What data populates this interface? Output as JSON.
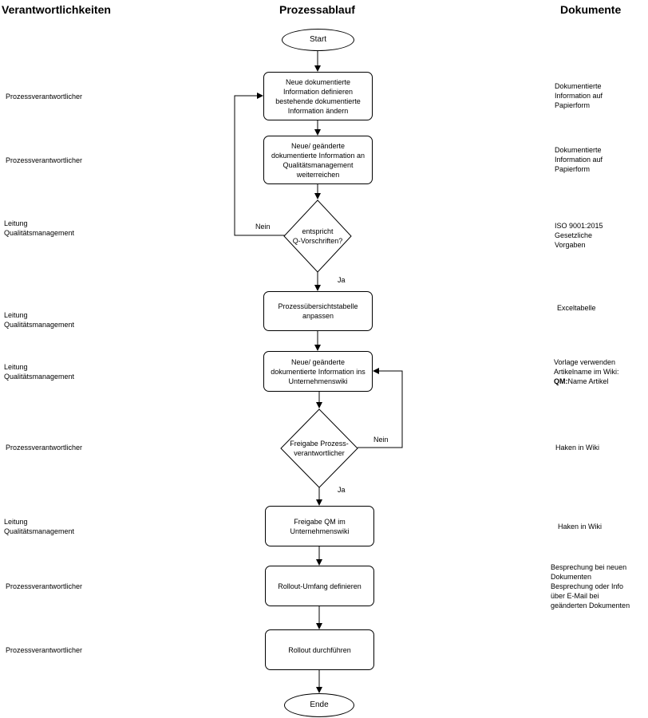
{
  "headers": {
    "responsibilities": "Verantwortlichkeiten",
    "process": "Prozessablauf",
    "documents": "Dokumente"
  },
  "nodes": {
    "start": "Start",
    "step1": "Neue dokumentierte\nInformation definieren\nbestehende dokumentierte\nInformation ändern",
    "step2": "Neue/ geänderte\ndokumentierte Information an\nQualitätsmanagement\nweiterreichen",
    "decision1": "entspricht\nQ-Vorschriften?",
    "step3": "Prozessübersichtstabelle\nanpassen",
    "step4": "Neue/ geänderte\ndokumentierte Information ins\nUnternehmenswiki",
    "decision2": "Freigabe Prozess-\nverantwortlicher",
    "step5": "Freigabe QM im\nUnternehmenswiki",
    "step6": "Rollout-Umfang definieren",
    "step7": "Rollout durchführen",
    "end": "Ende"
  },
  "edge_labels": {
    "d1_no": "Nein",
    "d1_yes": "Ja",
    "d2_no": "Nein",
    "d2_yes": "Ja"
  },
  "responsibilities": {
    "r1": "Prozessverantwortlicher",
    "r2": "Prozessverantwortlicher",
    "r3": "Leitung\nQualitätsmanagement",
    "r4": "Leitung\nQualitätsmanagement",
    "r5": "Leitung\nQualitätsmanagement",
    "r6": "Prozessverantwortlicher",
    "r7": "Leitung\nQualitätsmanagement",
    "r8": "Prozessverantwortlicher",
    "r9": "Prozessverantwortlicher"
  },
  "documents": {
    "d1": "Dokumentierte\nInformation auf\nPapierform",
    "d2": "Dokumentierte\nInformation auf\nPapierform",
    "d3": "ISO 9001:2015\nGesetzliche\nVorgaben",
    "d4": "Exceltabelle",
    "d5_line1": "Vorlage verwenden",
    "d5_line2": "Artikelname im Wiki:",
    "d5_bold": "QM:",
    "d5_rest": "Name Artikel",
    "d6": "Haken in Wiki",
    "d7": "Haken in Wiki",
    "d8": "Besprechung bei neuen\nDokumenten\nBesprechung oder Info\nüber E-Mail bei\ngeänderten Dokumenten"
  }
}
